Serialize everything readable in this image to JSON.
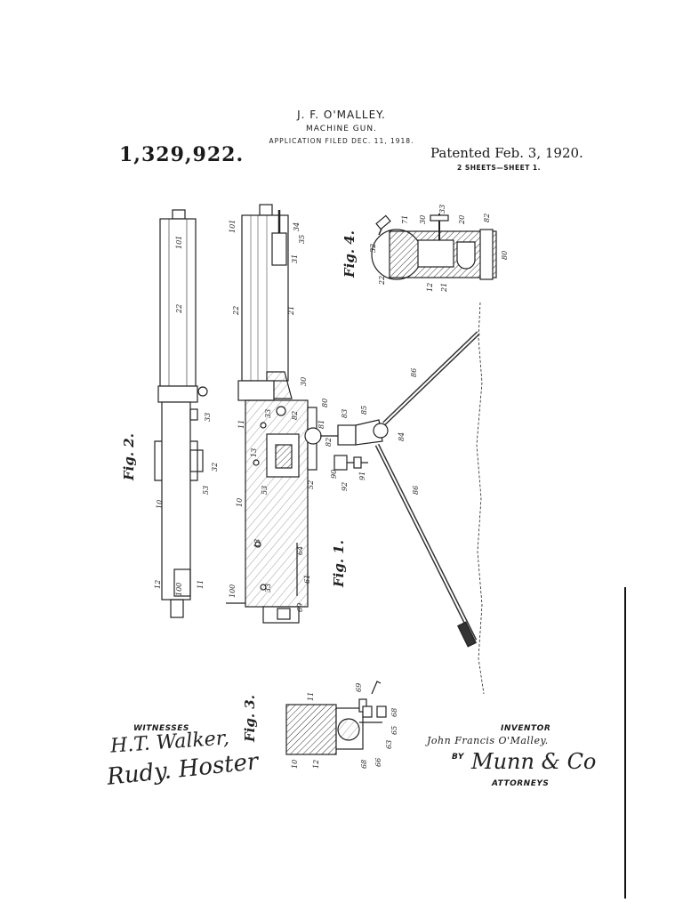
{
  "header": {
    "inventor_short": "J. F. O'MALLEY.",
    "title": "MACHINE GUN.",
    "application": "APPLICATION FILED DEC. 11, 1918.",
    "patent_number": "1,329,922.",
    "patented": "Patented Feb. 3, 1920.",
    "sheets": "2 SHEETS—SHEET 1."
  },
  "figures": {
    "fig1": "Fig. 1.",
    "fig2": "Fig. 2.",
    "fig3": "Fig. 3.",
    "fig4": "Fig. 4."
  },
  "labels": {
    "fig2": [
      "101",
      "22",
      "33",
      "32",
      "53",
      "10",
      "12",
      "100",
      "11"
    ],
    "fig1": [
      "101",
      "22",
      "21",
      "34",
      "35",
      "31",
      "30",
      "80",
      "82",
      "81",
      "83",
      "85",
      "84",
      "33",
      "11",
      "82",
      "52",
      "13",
      "90",
      "92",
      "91",
      "53",
      "10",
      "13",
      "64",
      "61",
      "33",
      "100",
      "69",
      "86",
      "86"
    ],
    "fig4": [
      "71",
      "30",
      "33",
      "20",
      "82",
      "32",
      "80",
      "22",
      "12",
      "21"
    ],
    "fig3": [
      "11",
      "69",
      "68",
      "65",
      "10",
      "12",
      "68",
      "66",
      "63"
    ]
  },
  "footer": {
    "witnesses_label": "WITNESSES",
    "witness_1": "H.T. Walker,",
    "witness_2": "Rudy. Hoster",
    "inventor_label": "INVENTOR",
    "inventor_full": "John Francis O'Malley.",
    "by": "BY",
    "attorney_sig": "Munn & Co",
    "attorneys_label": "ATTORNEYS"
  }
}
